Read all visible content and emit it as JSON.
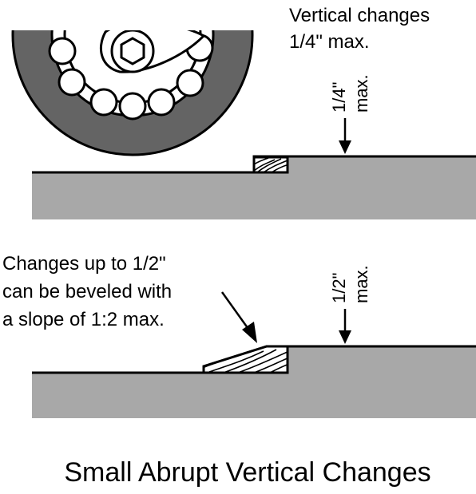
{
  "top_panel": {
    "note_lines": [
      "Vertical changes",
      "1/4\" max."
    ],
    "dim_value": "1/4\"",
    "dim_suffix": "max."
  },
  "bottom_panel": {
    "note_lines": [
      "Changes up to 1/2\"",
      "can be beveled with",
      "a slope of 1:2 max."
    ],
    "dim_value": "1/2\"",
    "dim_suffix": "max."
  },
  "caption": "Small Abrupt Vertical Changes",
  "colors": {
    "ground": "#a8a8a8",
    "tire": "#646464",
    "outline": "#000000",
    "fill": "#ffffff"
  }
}
